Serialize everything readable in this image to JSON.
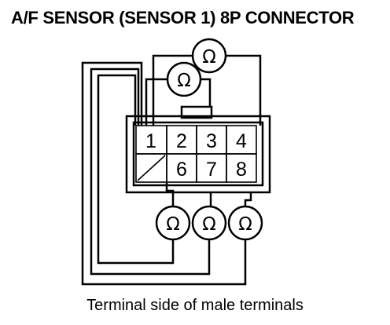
{
  "title": "A/F SENSOR (SENSOR 1) 8P CONNECTOR",
  "caption": "Terminal side of male terminals",
  "connector": {
    "terminals": [
      "1",
      "2",
      "3",
      "4",
      "6",
      "7",
      "8"
    ]
  },
  "meters": {
    "symbol": "Ω",
    "count": 5
  }
}
